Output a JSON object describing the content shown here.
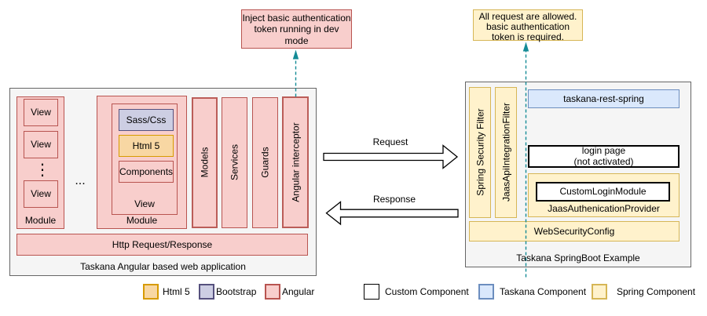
{
  "notes": {
    "left": "Inject basic authentication\ntoken running in dev\nmode",
    "right": "All request are allowed.\nbasic authentication\ntoken is required."
  },
  "left_app": {
    "title": "Taskana Angular based web application",
    "module1": {
      "label": "Module",
      "views": [
        "View",
        "View",
        "View"
      ],
      "vertical_ellipsis": "⋮"
    },
    "modules_ellipsis": "...",
    "module2": {
      "label": "Module",
      "view": {
        "label": "View",
        "sass": "Sass/Css",
        "html5": "Html 5",
        "components": "Components"
      }
    },
    "columns": [
      "Models",
      "Services",
      "Guards",
      "Angular interceptor"
    ],
    "http_bar": "Http Request/Response"
  },
  "flows": {
    "request": "Request",
    "response": "Response"
  },
  "right_app": {
    "title": "Taskana SpringBoot Example",
    "filters": [
      "Spring Security Filter",
      "JaasApiIntegrationFilter"
    ],
    "rest": "taskana-rest-spring",
    "login": "login page\n(not activated)",
    "provider": "JaasAuthenicationProvider",
    "custom_login": "CustomLoginModule",
    "web_security": "WebSecurityConfig"
  },
  "legend": [
    {
      "label": "Html 5"
    },
    {
      "label": "Bootstrap"
    },
    {
      "label": "Angular"
    },
    {
      "label": "Custom Component"
    },
    {
      "label": "Taskana Component"
    },
    {
      "label": "Spring Component"
    }
  ],
  "colors": {
    "angular_fill": "#f8cecc",
    "angular_stroke": "#b85450",
    "html5_fill": "#f8d7a3",
    "html5_stroke": "#d79b00",
    "bootstrap_fill": "#cdcee3",
    "bootstrap_stroke": "#56517e",
    "spring_fill": "#fff2cc",
    "spring_stroke": "#d6b656",
    "taskana_fill": "#dae8fc",
    "taskana_stroke": "#6c8ebf",
    "container_fill": "#f5f5f5",
    "container_stroke": "#666666",
    "arrow_dashed": "#148b96"
  }
}
